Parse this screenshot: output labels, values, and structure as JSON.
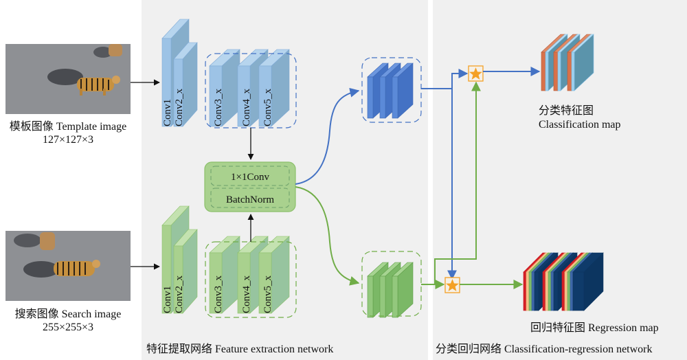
{
  "inputs": {
    "template": {
      "label": "模板图像 Template image",
      "size": "127×127×3"
    },
    "search": {
      "label": "搜索图像 Search image",
      "size": "255×255×3"
    }
  },
  "feature_network": {
    "title": "特征提取网络 Feature extraction network",
    "template_branch_layers": [
      "Conv1",
      "Conv2_x",
      "Conv3_x",
      "Conv4_x",
      "Conv5_x"
    ],
    "search_branch_layers": [
      "Conv1",
      "Conv2_x",
      "Conv3_x",
      "Conv4_x",
      "Conv5_x"
    ],
    "adjust_block": [
      "1×1Conv",
      "BatchNorm"
    ]
  },
  "head_network": {
    "title": "分类回归网络 Classification-regression network",
    "classification_map": {
      "label_cn": "分类特征图",
      "label_en": "Classification map"
    },
    "regression_map": {
      "label": "回归特征图 Regression map"
    },
    "operator_icon": "star-correlation-icon"
  },
  "colors": {
    "template_blue": "#9dc3e6",
    "search_green": "#a9d18e",
    "cls_branch_blue": "#4472c4",
    "reg_branch_green": "#70ad47",
    "operator_orange": "#f4a025",
    "panel_bg": "#f0f0f0"
  }
}
